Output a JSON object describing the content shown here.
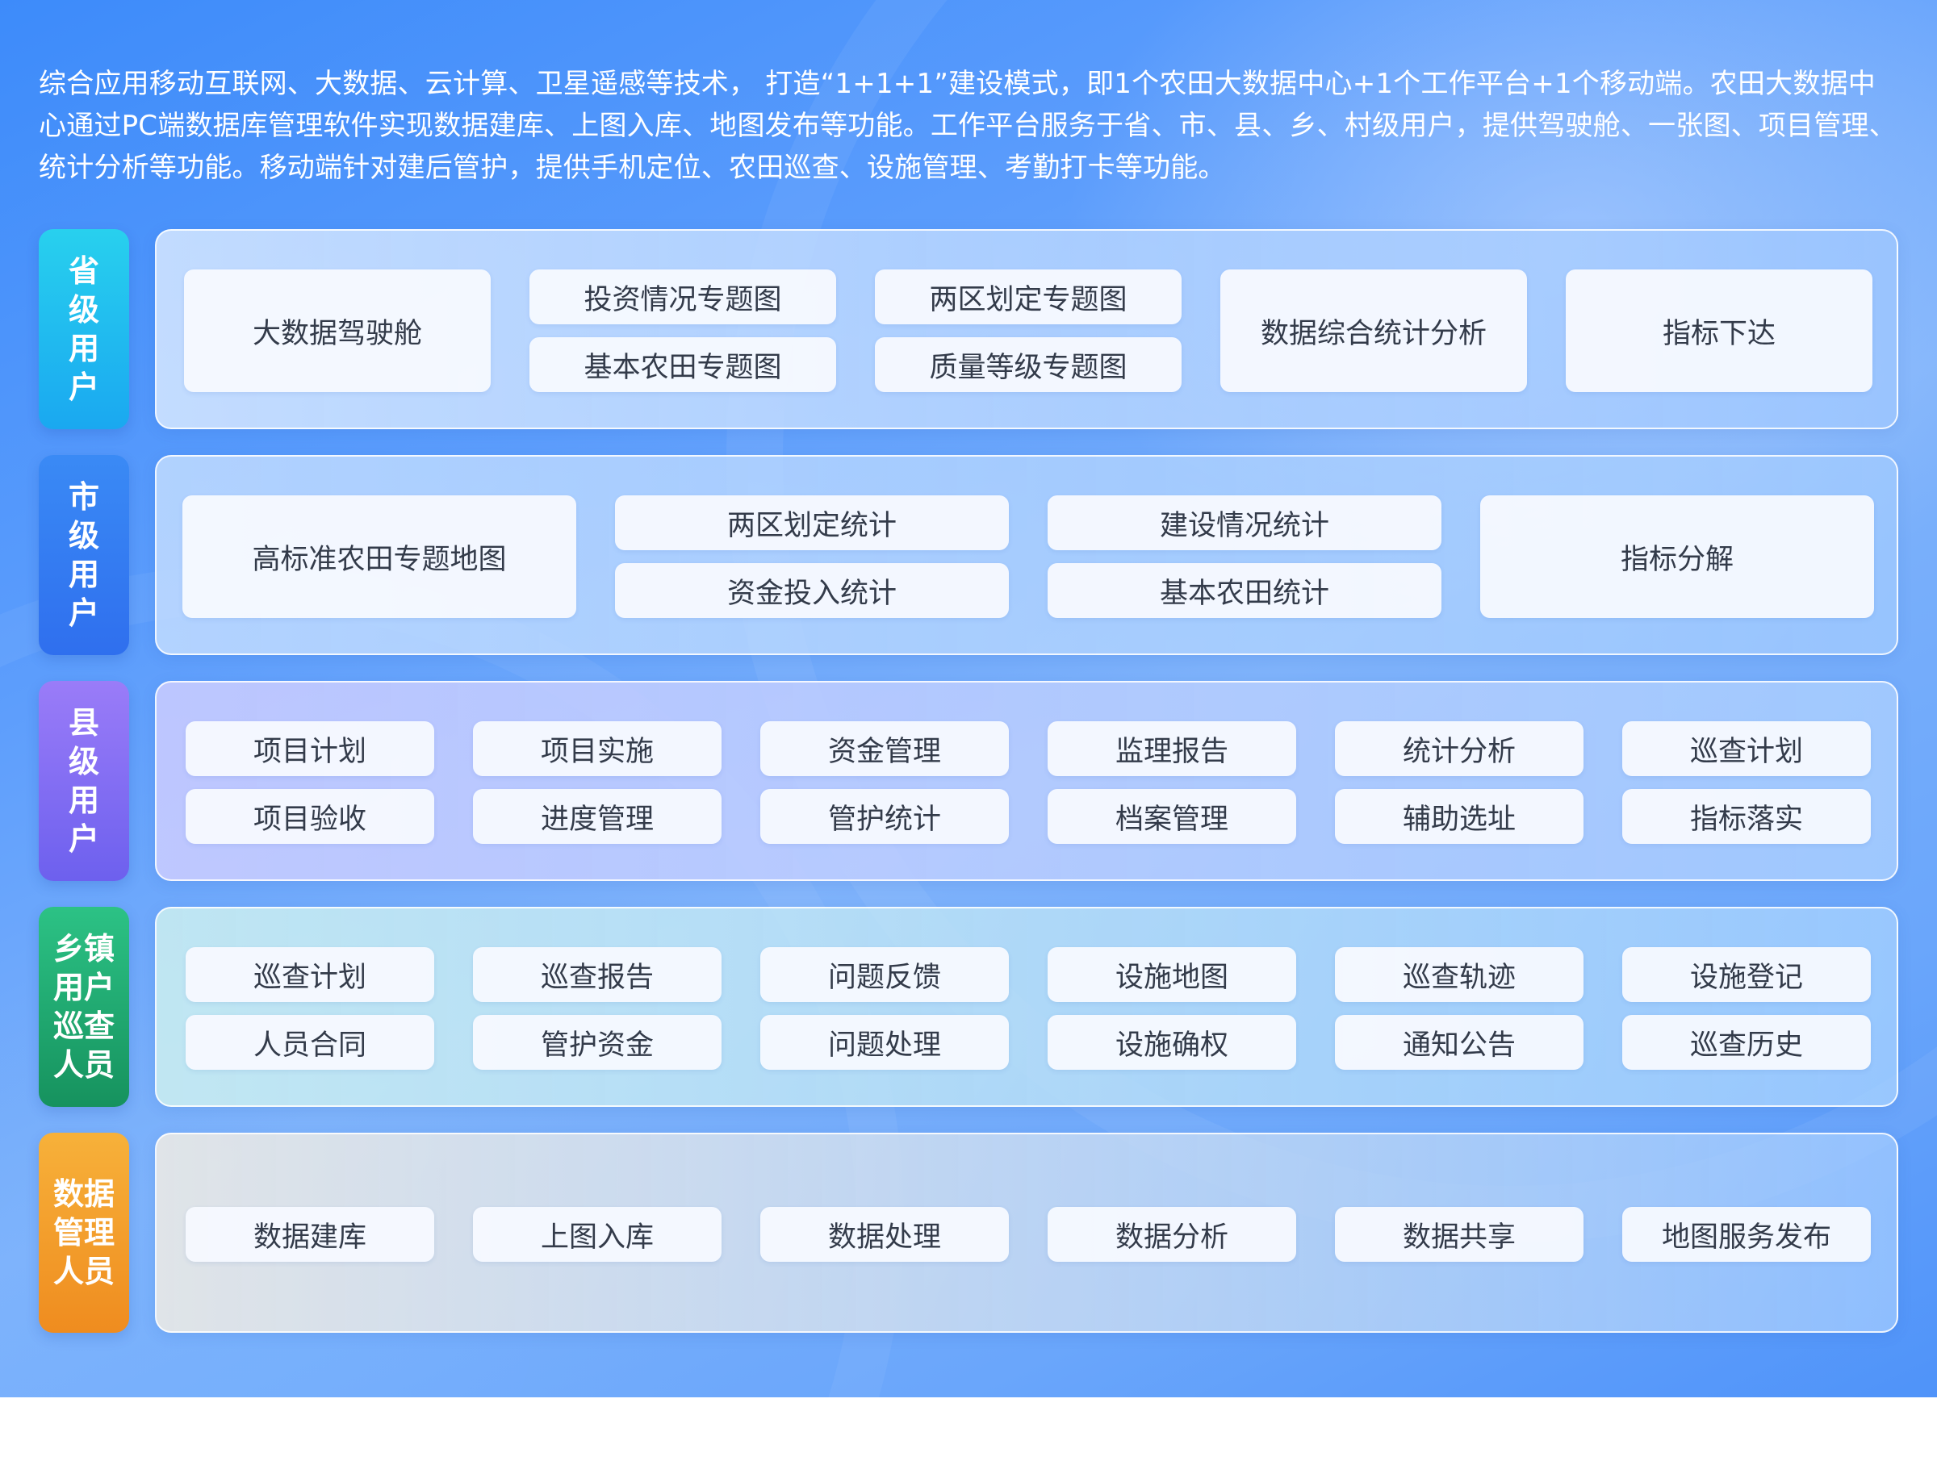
{
  "intro": {
    "text": "综合应用移动互联网、大数据、云计算、卫星遥感等技术，  打造“1+1+1”建设模式，即1个农田大数据中心+1个工作平台+1个移动端。农田大数据中心通过PC端数据库管理软件实现数据建库、上图入库、地图发布等功能。工作平台服务于省、市、县、乡、村级用户，提供驾驶舱、一张图、项目管理、统计分析等功能。移动端针对建后管护，提供手机定位、农田巡查、设施管理、考勤打卡等功能。"
  },
  "rows": [
    {
      "label": "省级用户",
      "color_top": "#28d0ee",
      "items": [
        "大数据驾驶舱",
        "投资情况专题图",
        "基本农田专题图",
        "两区划定专题图",
        "质量等级专题图",
        "数据综合统计分析",
        "指标下达"
      ]
    },
    {
      "label": "市级用户",
      "color_top": "#3a8af5",
      "items": [
        "高标准农田专题地图",
        "两区划定统计",
        "资金投入统计",
        "建设情况统计",
        "基本农田统计",
        "指标分解"
      ]
    },
    {
      "label": "县级用户",
      "color_top": "#9a7cf8",
      "items": [
        "项目计划",
        "项目验收",
        "项目实施",
        "进度管理",
        "资金管理",
        "管护统计",
        "监理报告",
        "档案管理",
        "统计分析",
        "辅助选址",
        "巡查计划",
        "指标落实"
      ]
    },
    {
      "label": "乡镇用户巡查人员",
      "color_top": "#2cc285",
      "items": [
        "巡查计划",
        "人员合同",
        "巡查报告",
        "管护资金",
        "问题反馈",
        "问题处理",
        "设施地图",
        "设施确权",
        "巡查轨迹",
        "通知公告",
        "设施登记",
        "巡查历史"
      ]
    },
    {
      "label": "数据管理人员",
      "color_top": "#f7b13a",
      "items": [
        "数据建库",
        "上图入库",
        "数据处理",
        "数据分析",
        "数据共享",
        "地图服务发布"
      ]
    }
  ]
}
